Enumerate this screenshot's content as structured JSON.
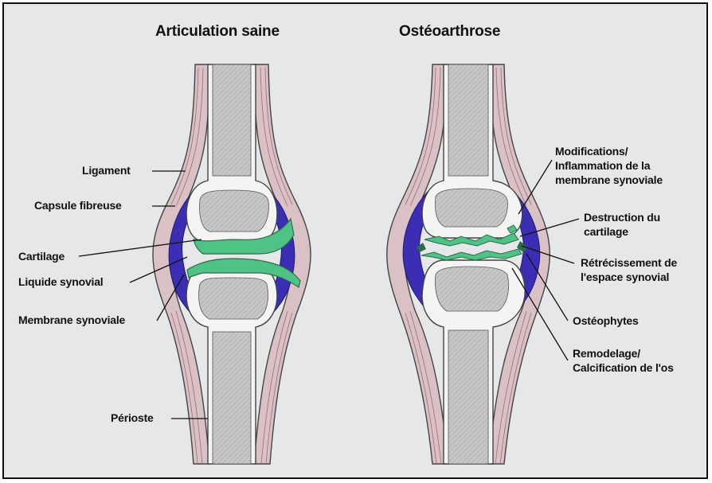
{
  "titles": {
    "healthy": "Articulation saine",
    "oa": "Ostéoarthrose"
  },
  "labels_healthy": {
    "ligament": "Ligament",
    "capsule": "Capsule fibreuse",
    "cartilage": "Cartilage",
    "synovial_fluid": "Liquide synovial",
    "synovial_membrane": "Membrane synoviale",
    "periosteum": "Périoste"
  },
  "labels_oa": {
    "membrane_line1": "Modifications/",
    "membrane_line2": "Inflammation de la",
    "membrane_line3": "membrane synoviale",
    "cartilage_line1": "Destruction du",
    "cartilage_line2": "cartilage",
    "space_line1": "Rétrécissement de",
    "space_line2": "l'espace synovial",
    "osteophytes": "Ostéophytes",
    "remodel_line1": "Remodelage/",
    "remodel_line2": "Calcification de l'os"
  },
  "colors": {
    "background": "#e6e7e9",
    "bone": "#f4f4f3",
    "marrow": "#c9c9c9",
    "cartilage": "#4fc286",
    "synovial_membrane": "#3a2fb4",
    "ligament_pink": "#c9a3ad",
    "ligament_dark": "#555555"
  }
}
